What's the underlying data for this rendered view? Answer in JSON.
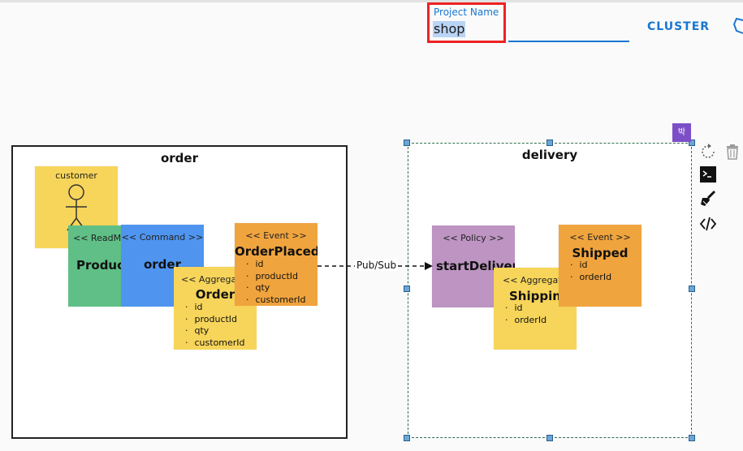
{
  "header": {
    "project_name_label": "Project Name",
    "project_name_value": "shop",
    "cluster_label": "CLUSTER"
  },
  "icons": [
    "hexagon-icon",
    "refresh-icon",
    "trash-icon",
    "terminal-icon",
    "broom-icon",
    "code-icon",
    "person-icon"
  ],
  "avatar_initial": "박",
  "colors": {
    "accent": "#1976d2",
    "highlight_box": "#e22222",
    "actor": "#f7d55a",
    "readmodel": "#5fbf86",
    "command": "#4f95f0",
    "event": "#f0a43e",
    "policy": "#bd94c2",
    "aggregate": "#f7d55a",
    "user_avatar": "#7c4fc7"
  },
  "contexts": {
    "order": {
      "title": "order",
      "actor": {
        "label": "customer"
      },
      "readmodel": {
        "stereotype": "<< ReadModel >>",
        "name": "Product"
      },
      "command": {
        "stereotype": "<< Command >>",
        "name": "order"
      },
      "aggregate": {
        "stereotype": "<< Aggregate >>",
        "name": "Order",
        "attributes": [
          "id",
          "productId",
          "qty",
          "customerId"
        ]
      },
      "event": {
        "stereotype": "<< Event >>",
        "name": "OrderPlaced",
        "attributes": [
          "id",
          "productId",
          "qty",
          "customerId"
        ]
      }
    },
    "delivery": {
      "title": "delivery",
      "policy": {
        "stereotype": "<< Policy >>",
        "name": "startDelivery"
      },
      "aggregate": {
        "stereotype": "<< Aggregate >>",
        "name": "Shipping",
        "attributes": [
          "id",
          "orderId"
        ]
      },
      "event": {
        "stereotype": "<< Event >>",
        "name": "Shipped",
        "attributes": [
          "id",
          "orderId"
        ]
      }
    }
  },
  "edge": {
    "label": "Pub/Sub"
  }
}
